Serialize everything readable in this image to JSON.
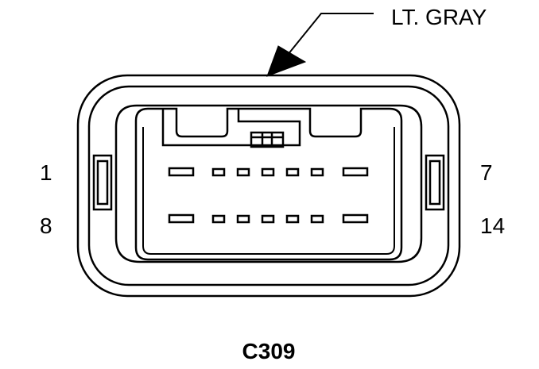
{
  "connector": {
    "id": "C309",
    "color": "LT. GRAY",
    "pin_labels": {
      "top_left": "1",
      "top_right": "7",
      "bottom_left": "8",
      "bottom_right": "14"
    }
  },
  "colors": {
    "line": "#000000",
    "background": "#ffffff"
  }
}
